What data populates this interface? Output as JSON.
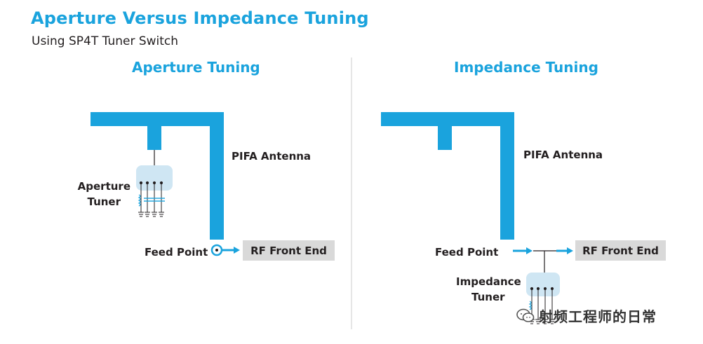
{
  "header": {
    "title": "Aperture Versus Impedance Tuning",
    "subtitle": "Using SP4T Tuner Switch"
  },
  "aperture_panel": {
    "title": "Aperture Tuning",
    "antenna_label": "PIFA Antenna",
    "tuner_label_line1": "Aperture",
    "tuner_label_line2": "Tuner",
    "feed_label": "Feed Point",
    "rf_label": "RF Front End"
  },
  "impedance_panel": {
    "title": "Impedance Tuning",
    "antenna_label": "PIFA Antenna",
    "tuner_label_line1": "Impedance",
    "tuner_label_line2": "Tuner",
    "feed_label": "Feed Point",
    "rf_label": "RF Front End"
  },
  "watermark": {
    "text": "射频工程师的日常"
  },
  "colors": {
    "accent": "#1aa3dd",
    "tuner_bg": "#cfe6f3",
    "rf_box": "#d9d9d9",
    "divider": "#cccccc"
  }
}
